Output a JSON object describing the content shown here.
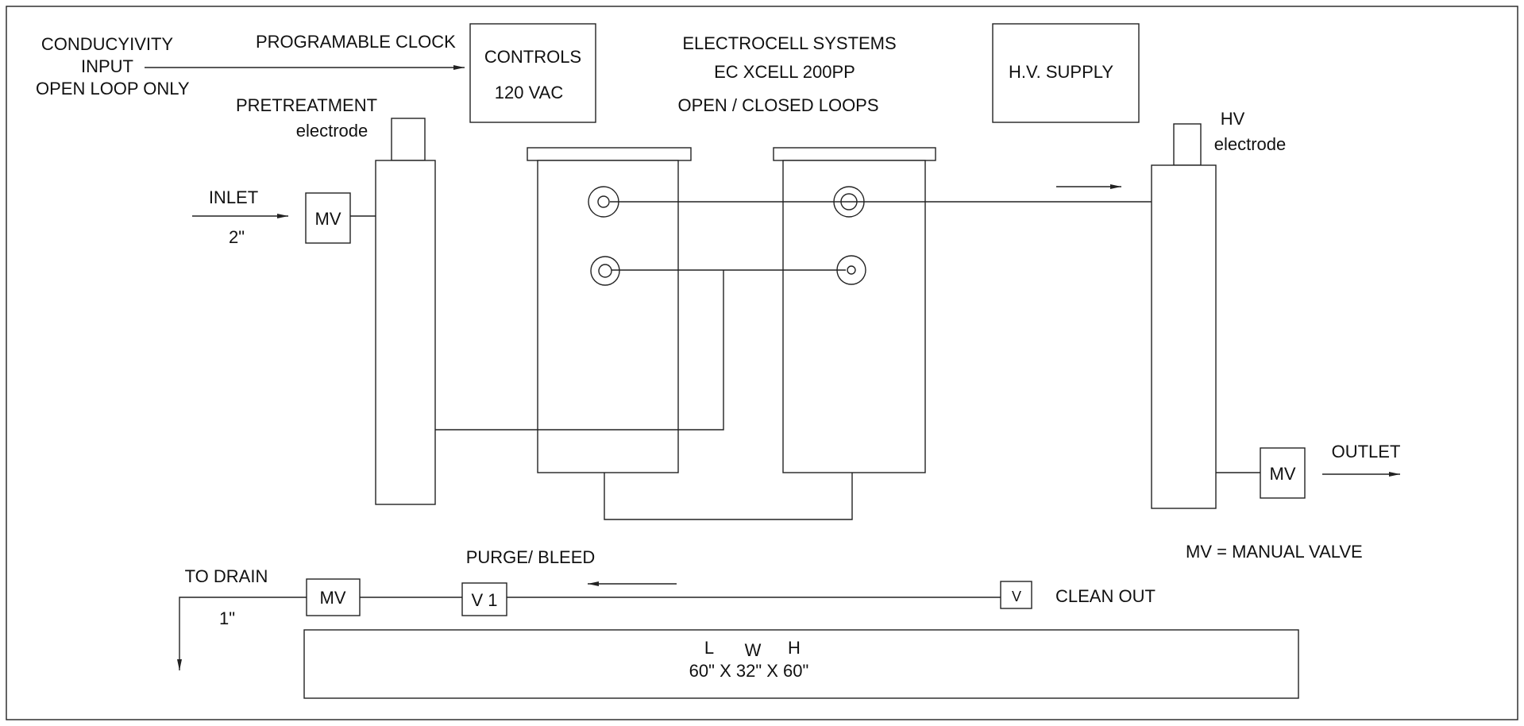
{
  "labels": {
    "conductivity_line1": "CONDUCYIVITY",
    "conductivity_line2": "INPUT",
    "conductivity_line3": "OPEN LOOP ONLY",
    "programable_clock": "PROGRAMABLE CLOCK",
    "controls": "CONTROLS",
    "controls_voltage": "120 VAC",
    "electrocell_line1": "ELECTROCELL SYSTEMS",
    "electrocell_line2": "EC XCELL 200PP",
    "electrocell_line3": "OPEN / CLOSED LOOPS",
    "hv_supply": "H.V. SUPPLY",
    "pretreatment": "PRETREATMENT",
    "pretreatment_electrode": "electrode",
    "hv": "HV",
    "hv_electrode": "electrode",
    "inlet": "INLET",
    "inlet_size": "2\"",
    "inlet_valve": "MV",
    "outlet": "OUTLET",
    "outlet_valve": "MV",
    "mv_legend": "MV = MANUAL VALVE",
    "purge_bleed": "PURGE/ BLEED",
    "to_drain": "TO DRAIN",
    "drain_size": "1\"",
    "drain_valve": "MV",
    "v1_valve": "V 1",
    "clean_out_valve": "V",
    "clean_out": "CLEAN OUT",
    "dim_l": "L",
    "dim_w": "W",
    "dim_h": "H",
    "dimensions": "60\" X 32\" X 60\""
  }
}
